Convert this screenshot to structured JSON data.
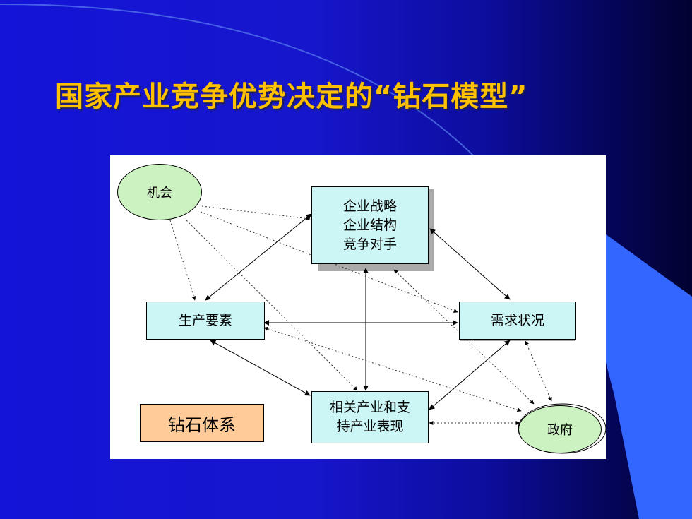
{
  "slide": {
    "title": "国家产业竞争优势决定的“钻石模型”",
    "colors": {
      "title": "#ffc000",
      "background": "#1414d8",
      "box_fill": "#ccf5f5",
      "ellipse_fill": "#ccf2c2",
      "legend_fill": "#ffcc99"
    }
  },
  "diagram": {
    "chance": "机会",
    "strategy": [
      "企业战略",
      "企业结构",
      "竞争对手"
    ],
    "factors": "生产要素",
    "demand": "需求状况",
    "related": [
      "相关产业和支",
      "持产业表现"
    ],
    "government": "政府",
    "legend": "钻石体系"
  }
}
